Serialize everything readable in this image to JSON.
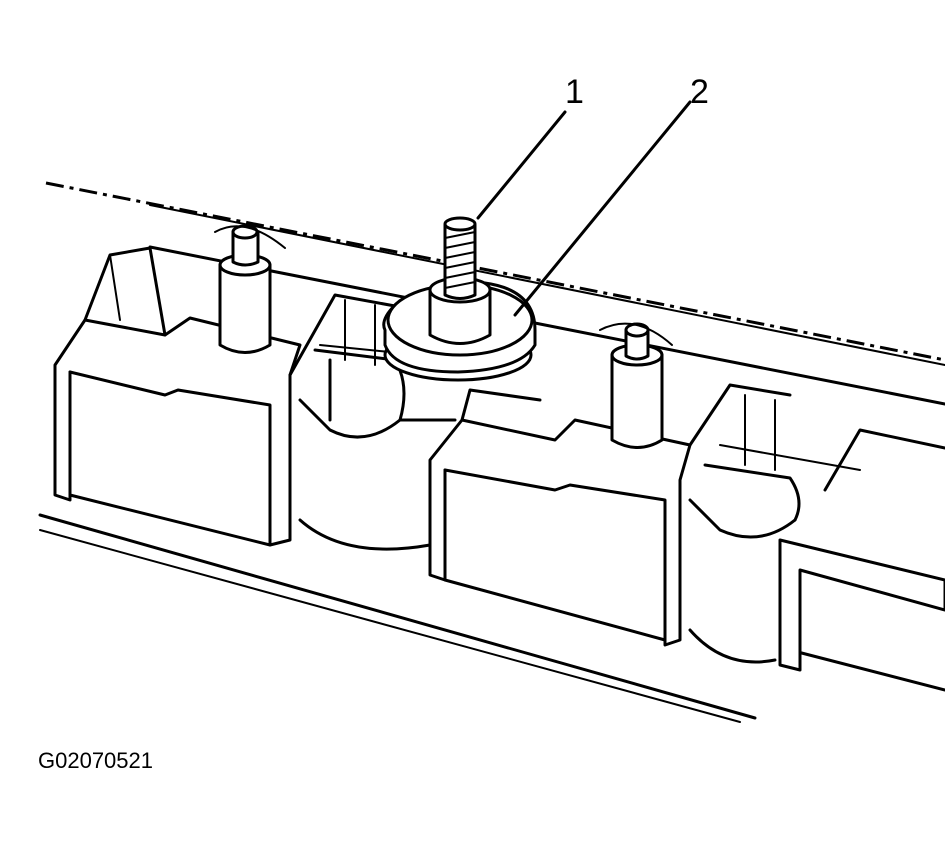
{
  "callouts": [
    {
      "label": "1",
      "part": "bolt"
    },
    {
      "label": "2",
      "part": "washer"
    }
  ],
  "figure_id": "G02070521"
}
